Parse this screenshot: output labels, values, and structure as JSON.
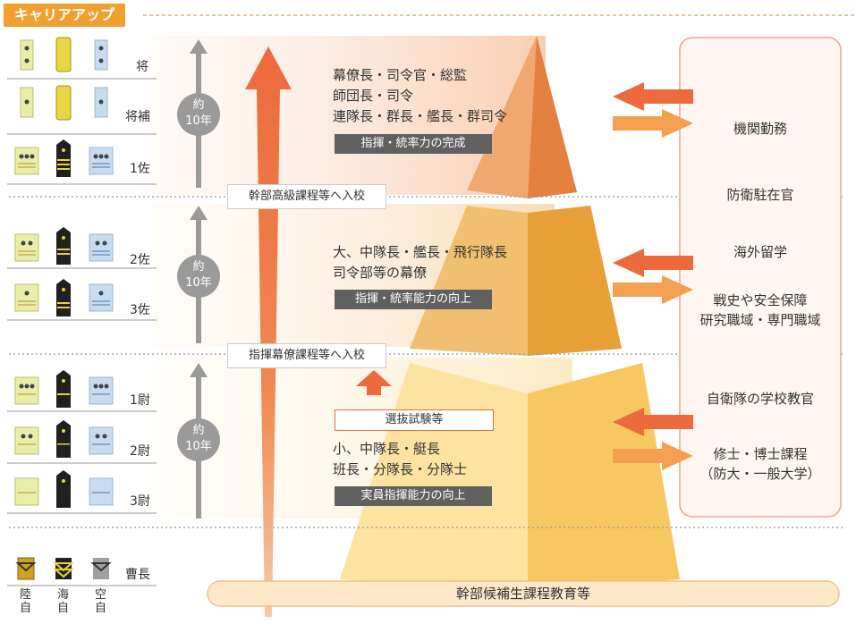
{
  "header": {
    "title": "キャリアアップ"
  },
  "ranks": {
    "sho": "将",
    "shoho": "将補",
    "issa": "1佐",
    "nisa": "2佐",
    "sansa": "3佐",
    "ichii": "1尉",
    "nii": "2尉",
    "sani": "3尉",
    "socho": "曹長"
  },
  "services": {
    "land": "陸自",
    "sea": "海自",
    "air": "空自"
  },
  "duration": {
    "line1": "約",
    "line2": "10年"
  },
  "entries": {
    "upper": "幹部高級課程等へ入校",
    "middle": "指揮幕僚課程等へ入校",
    "base": "幹部候補生課程教育等"
  },
  "pyramid": {
    "top": {
      "lines": [
        "幕僚長・司令官・総監",
        "師団長・司令",
        "連隊長・群長・艦長・群司令"
      ],
      "badge": "指揮・統率力の完成"
    },
    "mid": {
      "lines": [
        "大、中隊長・艦長・飛行隊長",
        "司令部等の幕僚"
      ],
      "badge": "指揮・統率能力の向上"
    },
    "low": {
      "exam": "選抜試験等",
      "lines": [
        "小、中隊長・艇長",
        "班長・分隊長・分隊士"
      ],
      "badge": "実員指揮能力の向上"
    }
  },
  "right_panel": {
    "items": [
      "機関勤務",
      "防衛駐在官",
      "海外留学",
      "戦史や安全保障",
      "研究職域・専門職域",
      "自衛隊の学校教官",
      "修士・博士課程",
      "（防大・一般大学）"
    ]
  },
  "colors": {
    "header_orange": "#f0a030",
    "arrow_orange": "#ec6a3c",
    "top_tier": "#e89050",
    "mid_tier": "#f0b040",
    "low_tier": "#f8cc60",
    "panel_border": "#f0a090",
    "army_insignia": "#e8eea8",
    "navy_insignia": "#202020",
    "air_insignia": "#c8dcf0"
  }
}
